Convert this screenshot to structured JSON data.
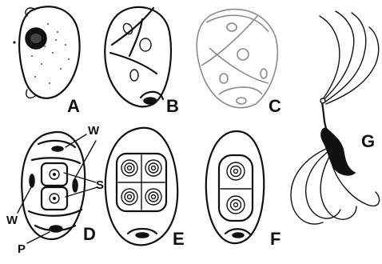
{
  "figure": {
    "panel_letters": {
      "a": "A",
      "b": "B",
      "c": "C",
      "d": "D",
      "e": "E",
      "f": "F",
      "g": "G"
    },
    "callouts": {
      "w_top": "W",
      "s": "S",
      "w_bottom": "W",
      "p": "P"
    },
    "colors": {
      "ink": "#111111",
      "faded_ink": "#8a8a8a",
      "background": "#ffffff"
    }
  }
}
